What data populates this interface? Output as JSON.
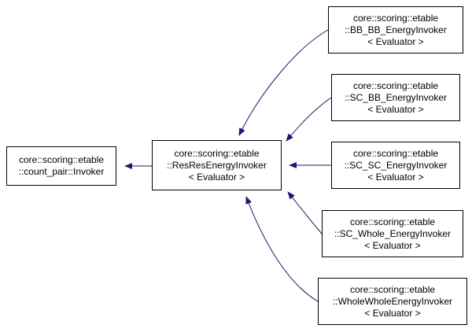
{
  "diagram": {
    "arrow_color": "#191970",
    "nodes": [
      {
        "id": "count-pair-invoker",
        "lines": [
          "core::scoring::etable",
          "::count_pair::Invoker"
        ]
      },
      {
        "id": "res-res-energy-invoker",
        "lines": [
          "core::scoring::etable",
          "::ResResEnergyInvoker",
          "< Evaluator >"
        ]
      },
      {
        "id": "bb-bb-energy-invoker",
        "lines": [
          "core::scoring::etable",
          "::BB_BB_EnergyInvoker",
          "< Evaluator >"
        ]
      },
      {
        "id": "sc-bb-energy-invoker",
        "lines": [
          "core::scoring::etable",
          "::SC_BB_EnergyInvoker",
          "< Evaluator >"
        ]
      },
      {
        "id": "sc-sc-energy-invoker",
        "lines": [
          "core::scoring::etable",
          "::SC_SC_EnergyInvoker",
          "< Evaluator >"
        ]
      },
      {
        "id": "sc-whole-energy-invoker",
        "lines": [
          "core::scoring::etable",
          "::SC_Whole_EnergyInvoker",
          "< Evaluator >"
        ]
      },
      {
        "id": "whole-whole-energy-invoker",
        "lines": [
          "core::scoring::etable",
          "::WholeWholeEnergyInvoker",
          "< Evaluator >"
        ]
      }
    ],
    "edges": [
      {
        "from": "res-res-energy-invoker",
        "to": "count-pair-invoker"
      },
      {
        "from": "bb-bb-energy-invoker",
        "to": "res-res-energy-invoker"
      },
      {
        "from": "sc-bb-energy-invoker",
        "to": "res-res-energy-invoker"
      },
      {
        "from": "sc-sc-energy-invoker",
        "to": "res-res-energy-invoker"
      },
      {
        "from": "sc-whole-energy-invoker",
        "to": "res-res-energy-invoker"
      },
      {
        "from": "whole-whole-energy-invoker",
        "to": "res-res-energy-invoker"
      }
    ]
  }
}
